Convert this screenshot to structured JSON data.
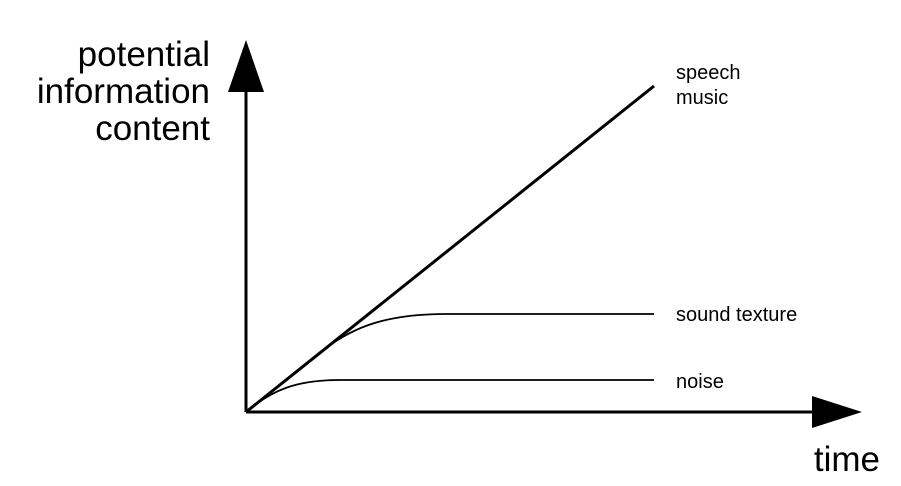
{
  "y_axis": {
    "label_lines": [
      "potential",
      "information",
      "content"
    ]
  },
  "x_axis": {
    "label": "time"
  },
  "curves": [
    {
      "id": "speech-music",
      "labels": [
        "speech",
        "music"
      ],
      "shape": "linear-growth"
    },
    {
      "id": "sound-texture",
      "labels": [
        "sound texture"
      ],
      "shape": "saturating-plateau-high"
    },
    {
      "id": "noise",
      "labels": [
        "noise"
      ],
      "shape": "saturating-plateau-low"
    }
  ],
  "colors": {
    "ink": "#000000",
    "background": "#ffffff"
  }
}
